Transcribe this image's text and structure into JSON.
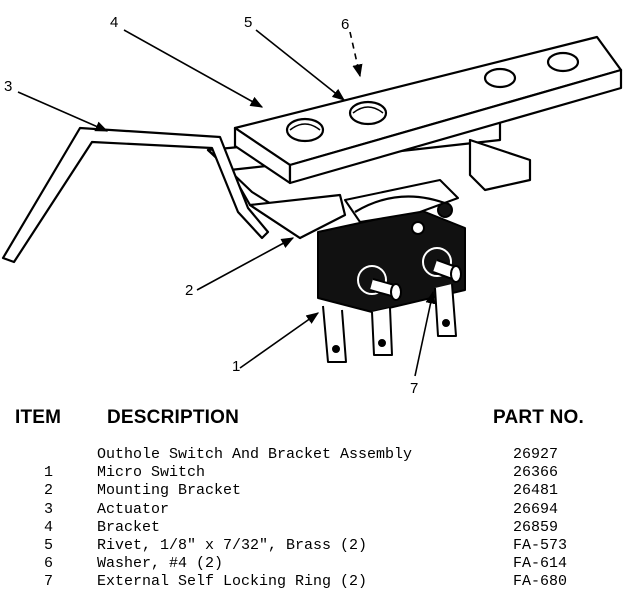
{
  "callouts": [
    "1",
    "2",
    "3",
    "4",
    "5",
    "6",
    "7"
  ],
  "table": {
    "headers": {
      "item": "ITEM",
      "description": "DESCRIPTION",
      "part_no": "PART NO."
    },
    "rows": [
      {
        "item": "",
        "description": "Outhole Switch And Bracket Assembly",
        "part_no": "26927"
      },
      {
        "item": "1",
        "description": "Micro Switch",
        "part_no": "26366"
      },
      {
        "item": "2",
        "description": "Mounting Bracket",
        "part_no": "26481"
      },
      {
        "item": "3",
        "description": "Actuator",
        "part_no": "26694"
      },
      {
        "item": "4",
        "description": "Bracket",
        "part_no": "26859"
      },
      {
        "item": "5",
        "description": "Rivet, 1/8\" x 7/32\", Brass (2)",
        "part_no": "FA-573"
      },
      {
        "item": "6",
        "description": "Washer, #4 (2)",
        "part_no": "FA-614"
      },
      {
        "item": "7",
        "description": "External Self Locking Ring (2)",
        "part_no": "FA-680"
      }
    ]
  }
}
